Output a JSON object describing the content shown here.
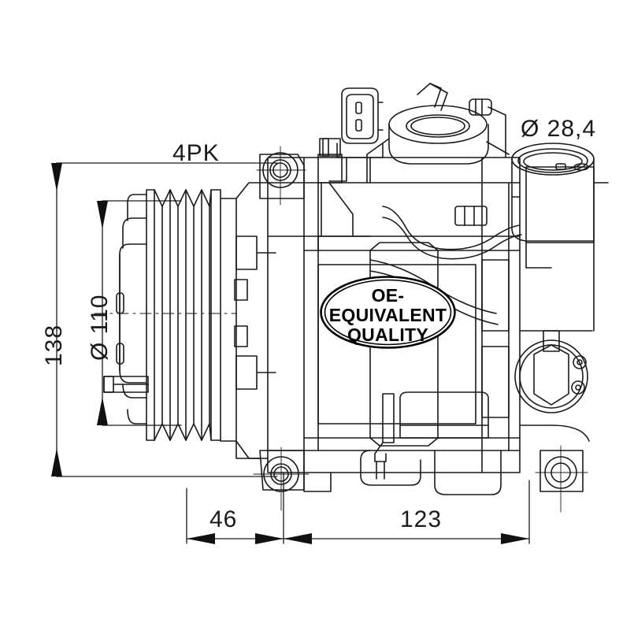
{
  "drawing": {
    "title": "A/C compressor technical drawing",
    "background_color": "#ffffff",
    "line_color": "#1a1a1a"
  },
  "labels": {
    "belt_profile": "4PK",
    "height_overall": "138",
    "pulley_diameter": "Ø 110",
    "port_diameter": "Ø 28,4",
    "length_front": "46",
    "length_rear": "123"
  },
  "badge": {
    "line1": "OE-",
    "line2": "EQUIVALENT",
    "line3": "QUALITY"
  },
  "icons": {
    "pulley": "pulley-icon",
    "connector": "electrical-connector-icon",
    "port": "refrigerant-port-icon",
    "mount_boss": "mounting-boss-icon",
    "hose": "hose-routing-icon"
  }
}
